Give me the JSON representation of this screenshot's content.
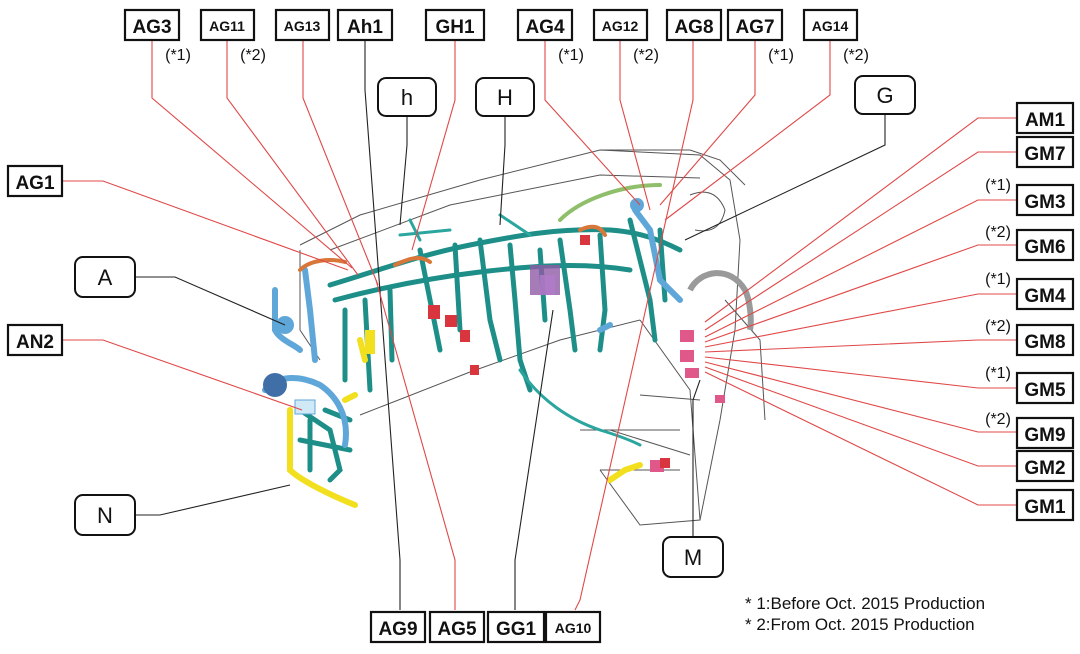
{
  "connectors_top": [
    {
      "id": "AG3",
      "note": "(*1)"
    },
    {
      "id": "AG11",
      "note": "(*2)"
    },
    {
      "id": "AG13",
      "note": ""
    },
    {
      "id": "Ah1",
      "note": ""
    },
    {
      "id": "GH1",
      "note": ""
    },
    {
      "id": "AG4",
      "note": "(*1)"
    },
    {
      "id": "AG12",
      "note": "(*2)"
    },
    {
      "id": "AG8",
      "note": ""
    },
    {
      "id": "AG7",
      "note": "(*1)"
    },
    {
      "id": "AG14",
      "note": "(*2)"
    }
  ],
  "connectors_left": [
    {
      "id": "AG1"
    },
    {
      "id": "AN2"
    }
  ],
  "connectors_right": [
    {
      "id": "AM1",
      "note": ""
    },
    {
      "id": "GM7",
      "note": ""
    },
    {
      "id": "GM3",
      "note": "(*1)"
    },
    {
      "id": "GM6",
      "note": "(*2)"
    },
    {
      "id": "GM4",
      "note": "(*1)"
    },
    {
      "id": "GM8",
      "note": "(*2)"
    },
    {
      "id": "GM5",
      "note": "(*1)"
    },
    {
      "id": "GM9",
      "note": "(*2)"
    },
    {
      "id": "GM2",
      "note": ""
    },
    {
      "id": "GM1",
      "note": ""
    }
  ],
  "connectors_bottom": [
    {
      "id": "AG9"
    },
    {
      "id": "AG5"
    },
    {
      "id": "GG1"
    },
    {
      "id": "AG10"
    }
  ],
  "area_labels": {
    "A": "A",
    "N": "N",
    "h": "h",
    "H": "H",
    "G": "G",
    "M": "M"
  },
  "footnotes": [
    "* 1:Before Oct. 2015 Production",
    "* 2:From Oct. 2015 Production"
  ],
  "colors": {
    "leader_red": "#e04848",
    "harness_teal": "#1e8f88",
    "harness_blue": "#5fa7d9",
    "harness_yellow": "#f2df1e",
    "harness_green": "#8fbf6a",
    "harness_orange": "#d9773a",
    "connector_red": "#d8353f",
    "connector_pink": "#e0588a",
    "connector_purple": "#8e5aa6"
  }
}
